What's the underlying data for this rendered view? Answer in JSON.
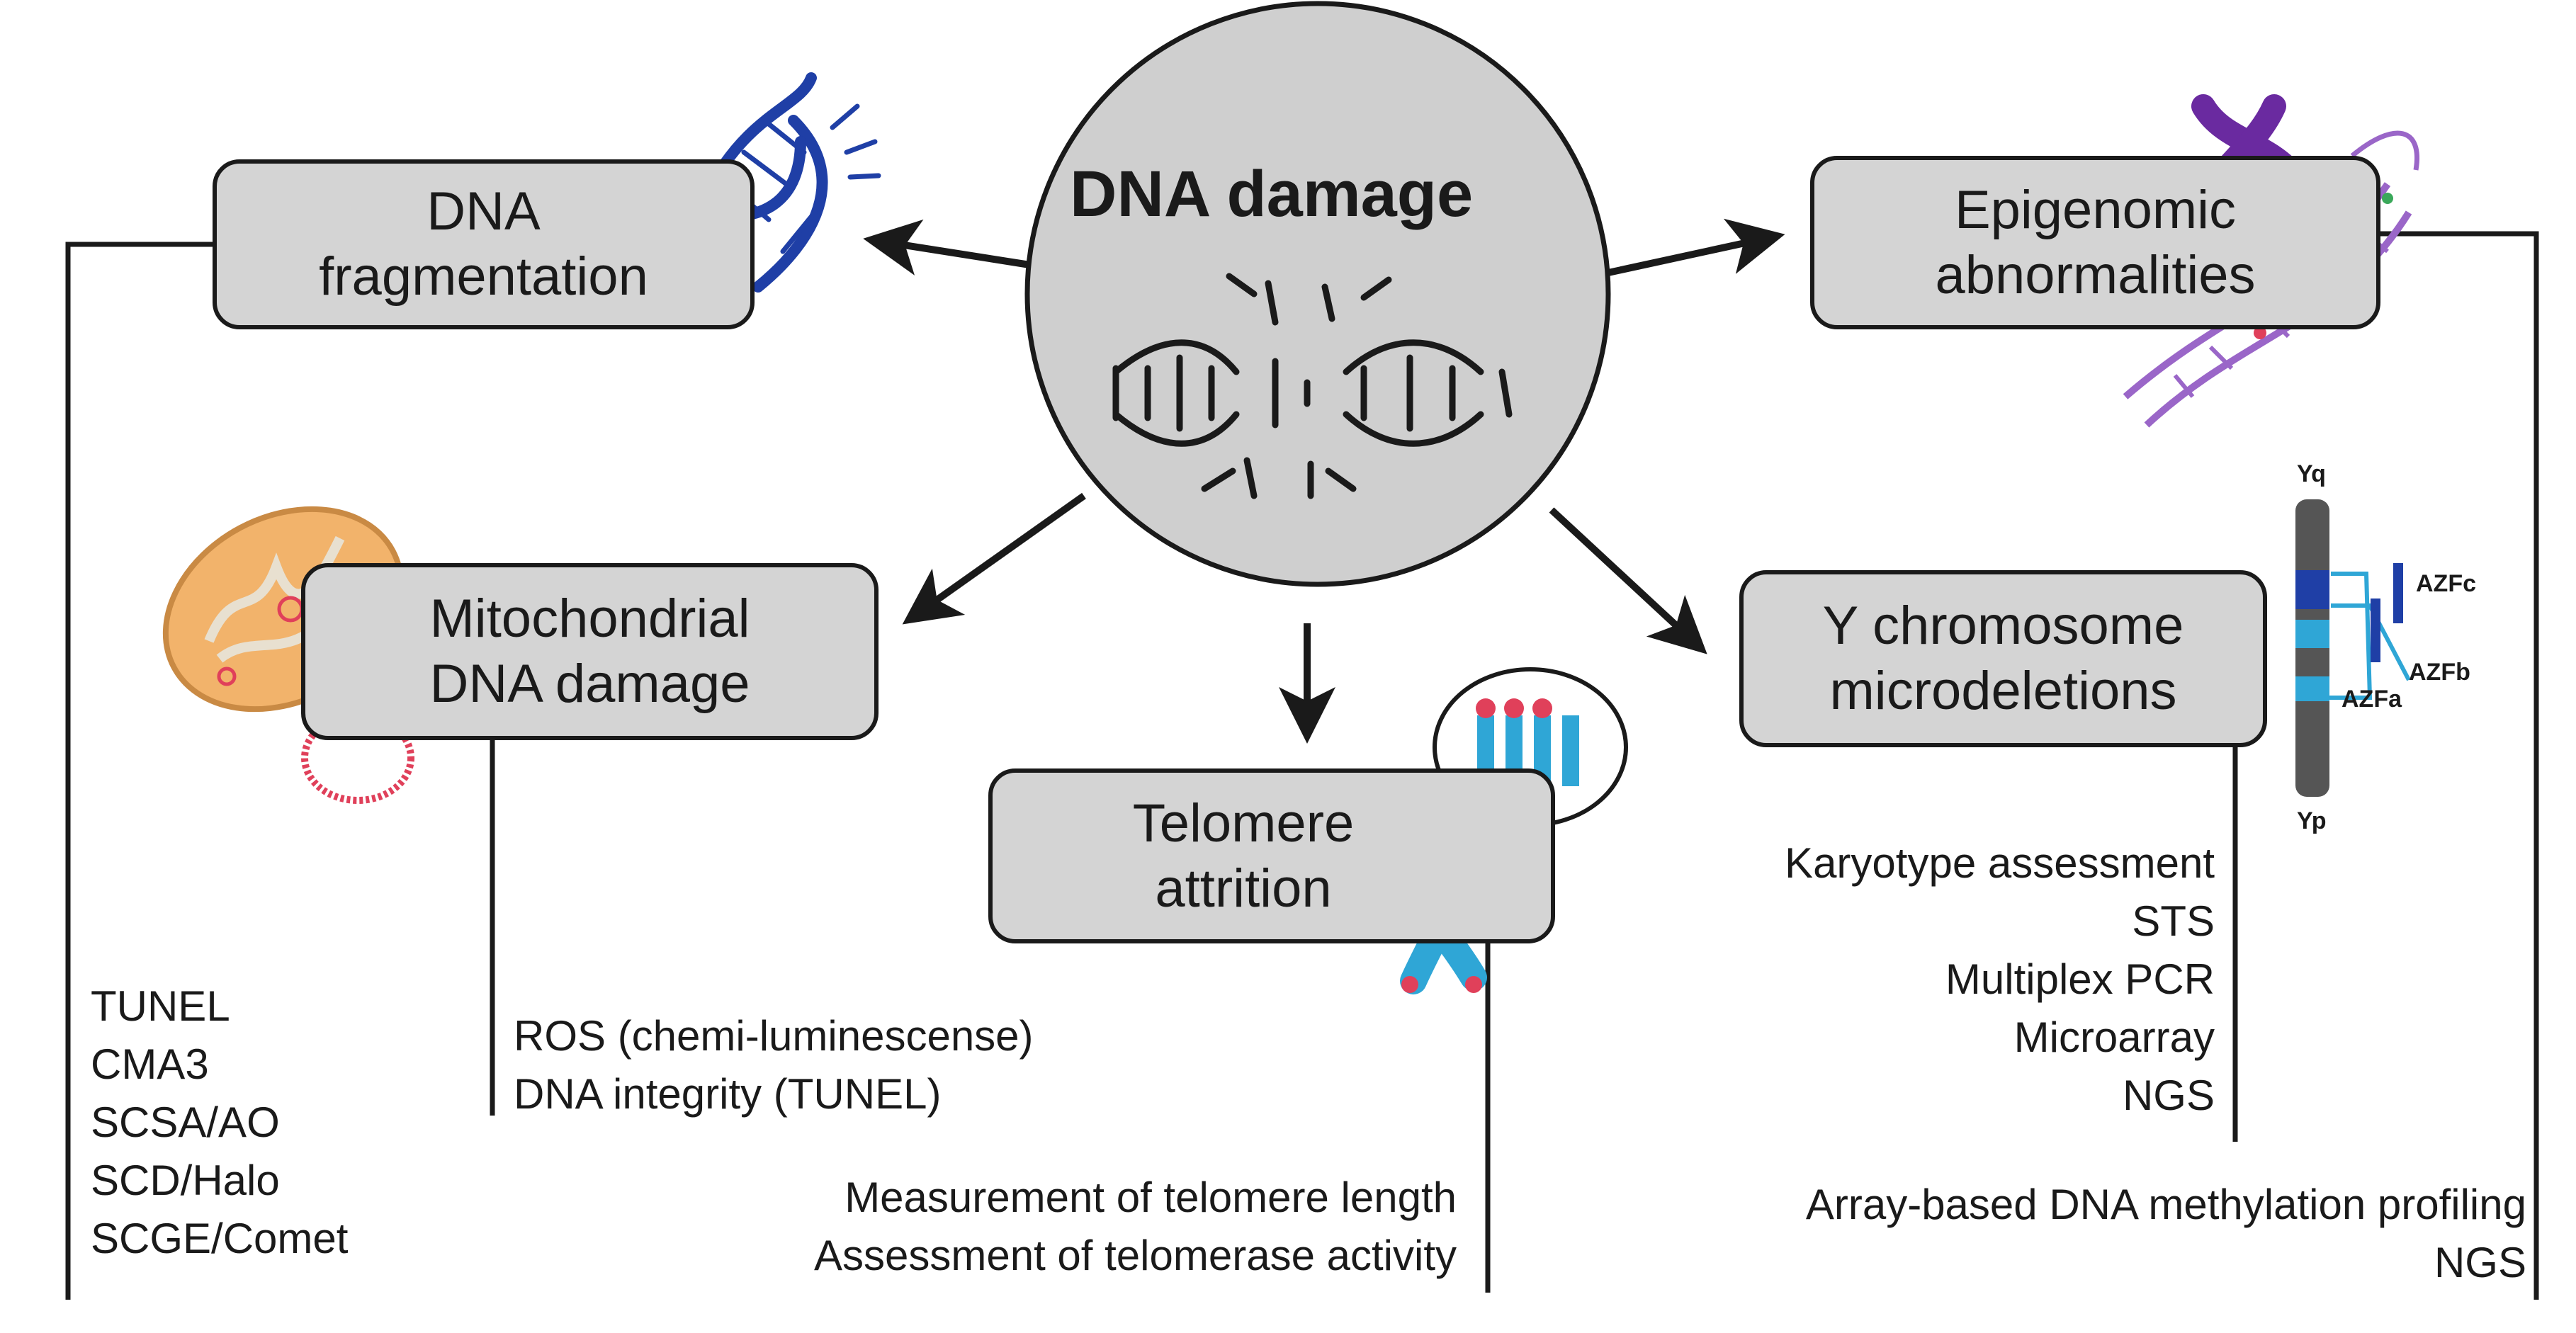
{
  "center": {
    "title": "DNA damage"
  },
  "nodes": {
    "fragmentation": {
      "line1": "DNA",
      "line2": "fragmentation"
    },
    "epigenomic": {
      "line1": "Epigenomic",
      "line2": "abnormalities"
    },
    "mitochondrial": {
      "line1": "Mitochondrial",
      "line2": "DNA damage"
    },
    "telomere": {
      "line1": "Telomere",
      "line2": "attrition"
    },
    "ychrom": {
      "line1": "Y chromosome",
      "line2": "microdeletions"
    }
  },
  "methods": {
    "fragmentation": [
      "TUNEL",
      "CMA3",
      "SCSA/AO",
      "SCD/Halo",
      "SCGE/Comet"
    ],
    "mitochondrial": [
      "ROS (chemi-luminescense)",
      "DNA integrity (TUNEL)"
    ],
    "telomere": [
      "Measurement of telomere length",
      "Assessment of telomerase activity"
    ],
    "ychrom": [
      "Karyotype assessment",
      "STS",
      "Multiplex PCR",
      "Microarray",
      "NGS"
    ],
    "epigenomic": [
      "Array-based DNA methylation profiling",
      "NGS"
    ]
  },
  "chromosome_labels": {
    "yq": "Yq",
    "yp": "Yp",
    "azfc": "AZFc",
    "azfb": "AZFb",
    "azfa": "AZFa"
  },
  "colors": {
    "box_fill": "#d4d4d4",
    "circle_fill": "#cfcfcf",
    "line": "#1a1a1a",
    "dna_blue": "#1f3fa6",
    "mito_orange": "#f2b36b",
    "purple": "#6a2aa0",
    "telomere_blue": "#2fa6d6",
    "pink": "#e0405a"
  }
}
